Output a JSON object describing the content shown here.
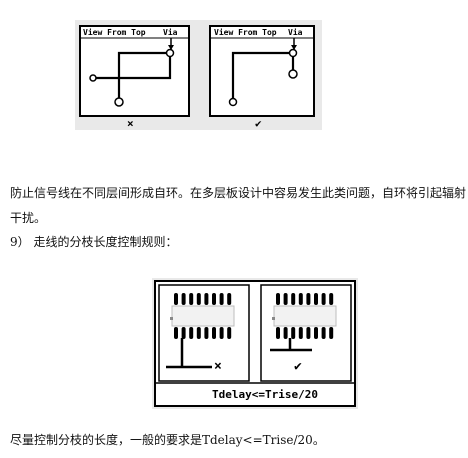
{
  "figure_loop": {
    "left_panel": {
      "header": "View From Top",
      "via_label": "Via",
      "verdict": "×"
    },
    "right_panel": {
      "header": "View From Top",
      "via_label": "Via",
      "verdict": "✔"
    }
  },
  "paragraphs": {
    "loop_rule_line1": "防止信号线在不同层间形成自环。在多层板设计中容易发生此类问题，自环将引起辐射",
    "loop_rule_line2": "干扰。",
    "section_heading": "9）  走线的分枝长度控制规则：",
    "stub_rule": "尽量控制分枝的长度，一般的要求是Tdelay<=Trise/20。"
  },
  "figure_stub": {
    "left_verdict": "×",
    "right_verdict": "✔",
    "formula": "Tdelay<=Trise/20"
  }
}
